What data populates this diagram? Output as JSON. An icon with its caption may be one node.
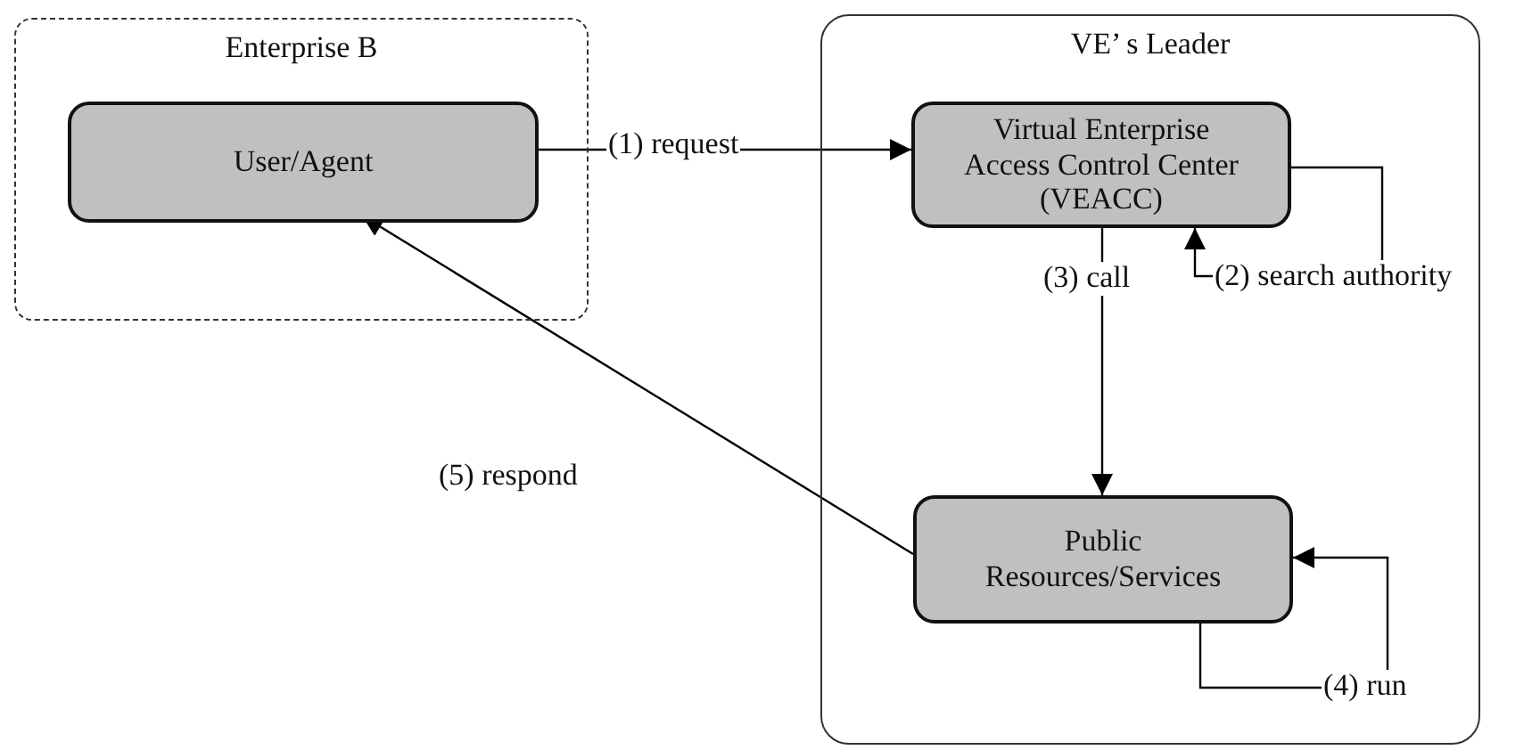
{
  "diagram": {
    "nodes": [
      {
        "text": [
          "Enterprise B"
        ]
      },
      {
        "text": [
          "User/Agent"
        ],
        "in": 0
      },
      {
        "text": [
          "VE’ s Leader"
        ]
      },
      {
        "text": [
          "Virtual Enterprise Access Control Center (VEACC)"
        ],
        "in": 2
      },
      {
        "text": [
          "Public Resources/Services"
        ],
        "in": 2
      }
    ],
    "edges": [
      {
        "from": 1,
        "to": 3,
        "arrow": "to",
        "label": "(1) request"
      },
      {
        "from": 3,
        "to": 3,
        "arrow": "to",
        "label": "(2) search authority"
      },
      {
        "from": 3,
        "to": 4,
        "arrow": "to",
        "label": "(3) call"
      },
      {
        "from": 4,
        "to": 4,
        "arrow": "to",
        "label": "(4) run"
      },
      {
        "from": 4,
        "to": 1,
        "arrow": "to",
        "label": "(5) respond"
      }
    ]
  }
}
